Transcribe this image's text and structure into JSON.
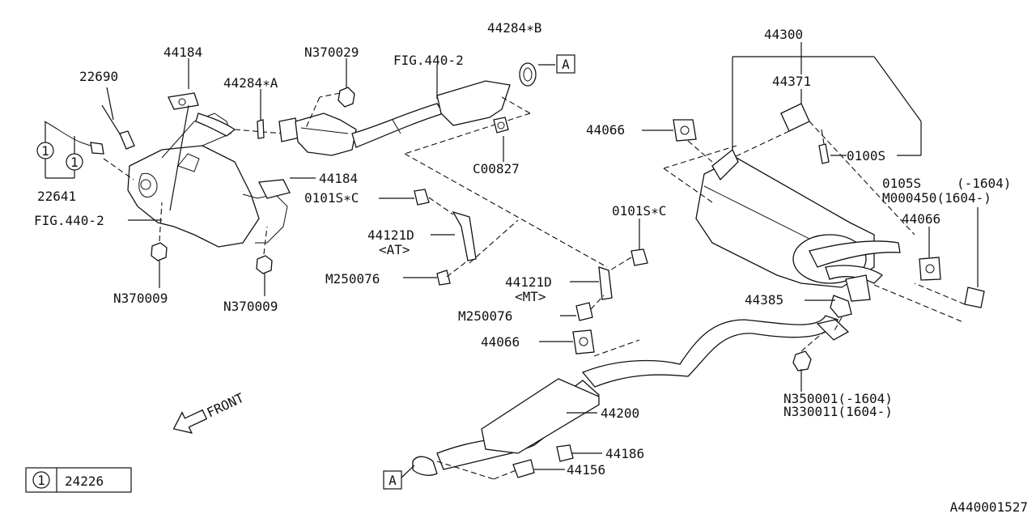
{
  "diagram": {
    "labels": {
      "p44184_top": "44184",
      "p22690": "22690",
      "p44284a": "44284∗A",
      "n370029": "N370029",
      "fig440_top": "FIG.440-2",
      "p44284b": "44284∗B",
      "ref_a_top": "A",
      "c00827": "C00827",
      "p22641": "22641",
      "p44184_mid": "44184",
      "s0101c_left": "0101S∗C",
      "fig440_left": "FIG.440-2",
      "p44121d_at": "44121D",
      "at_tag": "<AT>",
      "m250076_left": "M250076",
      "n370009_left": "N370009",
      "n370009_right": "N370009",
      "p44300": "44300",
      "p44371": "44371",
      "p44066_top": "44066",
      "s0100": "0100S",
      "s0105": "0105S",
      "s0105_range": "(-1604)",
      "m000450": "M000450(1604-)",
      "p44066_right": "44066",
      "s0101c_mid": "0101S∗C",
      "p44121d_mt": "44121D",
      "mt_tag": "<MT>",
      "m250076_mid": "M250076",
      "p44066_mid": "44066",
      "p44385": "44385",
      "n350001": "N350001(-1604)",
      "n330011": "N330011(1604-)",
      "front": "FRONT",
      "p44200": "44200",
      "p44186": "44186",
      "p44156": "44156",
      "ref_a_bottom": "A",
      "circle_one_a": "1",
      "circle_one_b": "1"
    },
    "legend": {
      "marker": "1",
      "part": "24226"
    },
    "diagram_id": "A440001527"
  }
}
